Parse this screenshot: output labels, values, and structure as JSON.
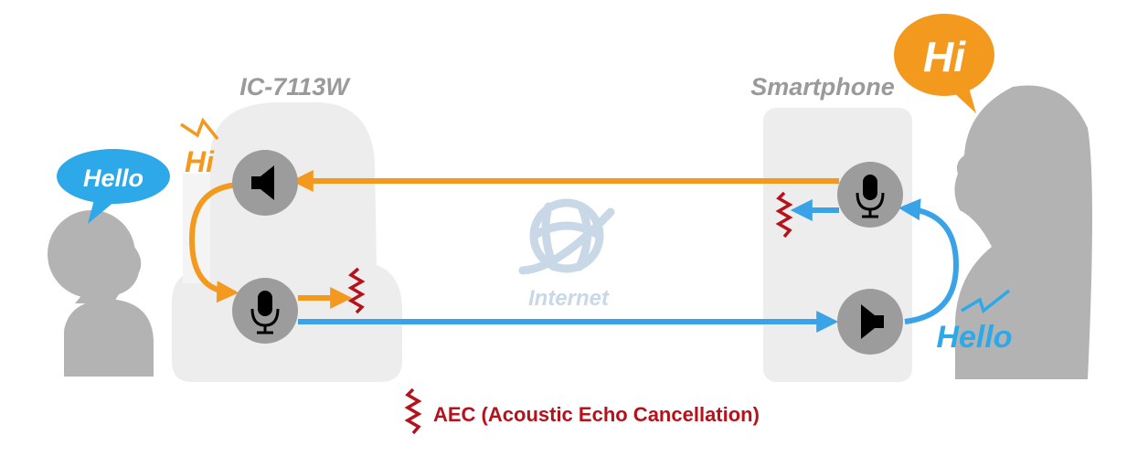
{
  "devices": {
    "camera_label": "IC-7113W",
    "phone_label": "Smartphone"
  },
  "speech": {
    "child_bubble": "Hello",
    "woman_bubble": "Hi",
    "camera_speaker_output": "Hi",
    "phone_speaker_output": "Hello"
  },
  "network": {
    "label": "Internet"
  },
  "legend": {
    "aec_label": "AEC (Acoustic Echo Cancellation)"
  },
  "colors": {
    "orange_path": "#f39a1e",
    "blue_path": "#3aa3e8",
    "aec_red": "#b5121b",
    "device_gray": "#ededed",
    "silhouette_gray": "#b3b3b3"
  },
  "icons": [
    "speaker-icon",
    "microphone-icon",
    "globe-icon",
    "aec-zigzag-icon",
    "sound-wave-icon"
  ]
}
